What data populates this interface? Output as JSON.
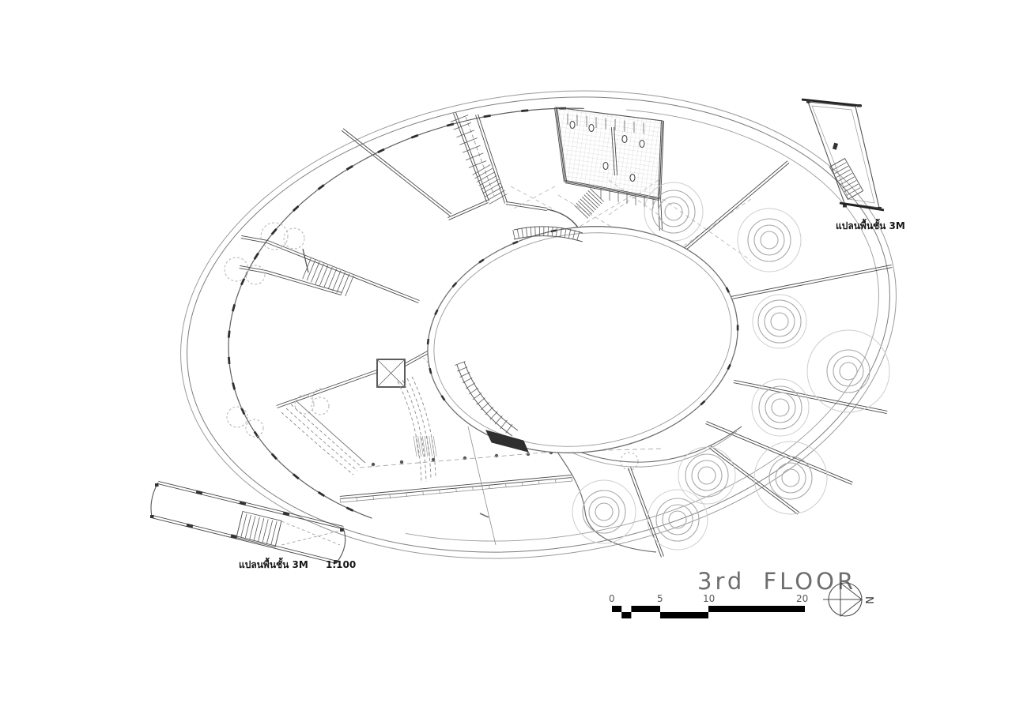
{
  "title": {
    "text": "3rd FLOOR"
  },
  "labels": {
    "detail_top_right": "แปลนพื้นชั้น 3M",
    "detail_bottom_left": "แปลนพื้นชั้น 3M",
    "detail_bottom_left_scale": "1:100"
  },
  "scale_bar": {
    "ticks": [
      "0",
      "5",
      "10",
      "20"
    ]
  },
  "north_arrow": {
    "label": "N"
  },
  "colors": {
    "background": "#ffffff",
    "wall_dark": "#3f3f3f",
    "line_mid": "#6f6f6f",
    "line_light": "#ababab",
    "skylight_gray": "#a8a8a8",
    "scale_black": "#000000",
    "title_gray": "#6e6e6e"
  }
}
